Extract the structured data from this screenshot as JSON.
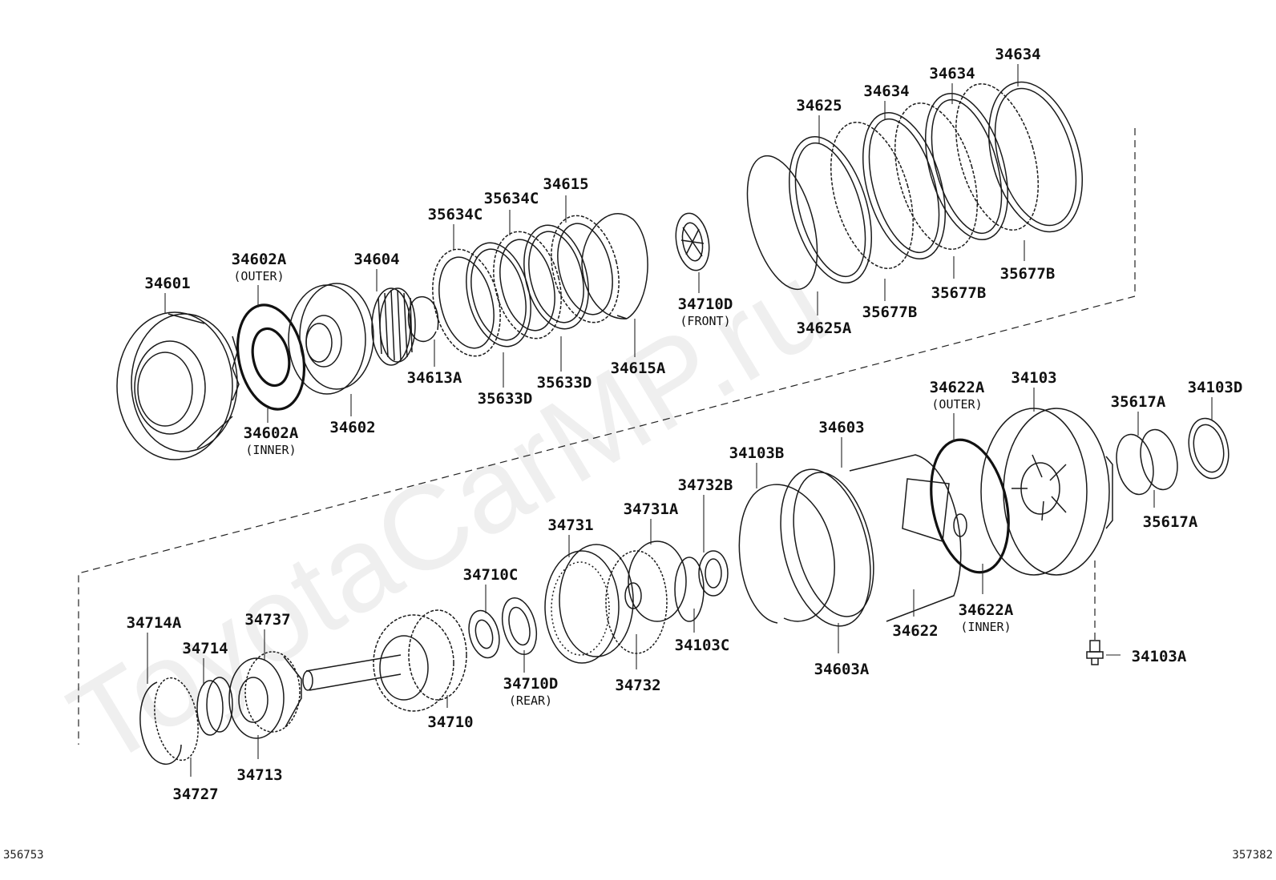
{
  "watermark": "ToyotaCarMP.ru",
  "corner_left": "356753",
  "corner_right": "357382",
  "parts": [
    {
      "id": "34601",
      "label": "34601",
      "sub": ""
    },
    {
      "id": "34602A-outer",
      "label": "34602A",
      "sub": "(OUTER)"
    },
    {
      "id": "34602A-inner",
      "label": "34602A",
      "sub": "(INNER)"
    },
    {
      "id": "34602",
      "label": "34602",
      "sub": ""
    },
    {
      "id": "34604",
      "label": "34604",
      "sub": ""
    },
    {
      "id": "34613A",
      "label": "34613A",
      "sub": ""
    },
    {
      "id": "35634C-1",
      "label": "35634C",
      "sub": ""
    },
    {
      "id": "35634C-2",
      "label": "35634C",
      "sub": ""
    },
    {
      "id": "34615",
      "label": "34615",
      "sub": ""
    },
    {
      "id": "35633D-1",
      "label": "35633D",
      "sub": ""
    },
    {
      "id": "35633D-2",
      "label": "35633D",
      "sub": ""
    },
    {
      "id": "34615A",
      "label": "34615A",
      "sub": ""
    },
    {
      "id": "34710D-front",
      "label": "34710D",
      "sub": "(FRONT)"
    },
    {
      "id": "34625",
      "label": "34625",
      "sub": ""
    },
    {
      "id": "34625A",
      "label": "34625A",
      "sub": ""
    },
    {
      "id": "34634-1",
      "label": "34634",
      "sub": ""
    },
    {
      "id": "34634-2",
      "label": "34634",
      "sub": ""
    },
    {
      "id": "34634-3",
      "label": "34634",
      "sub": ""
    },
    {
      "id": "35677B-1",
      "label": "35677B",
      "sub": ""
    },
    {
      "id": "35677B-2",
      "label": "35677B",
      "sub": ""
    },
    {
      "id": "35677B-3",
      "label": "35677B",
      "sub": ""
    },
    {
      "id": "34622A-outer",
      "label": "34622A",
      "sub": "(OUTER)"
    },
    {
      "id": "34622A-inner",
      "label": "34622A",
      "sub": "(INNER)"
    },
    {
      "id": "34103",
      "label": "34103",
      "sub": ""
    },
    {
      "id": "35617A-1",
      "label": "35617A",
      "sub": ""
    },
    {
      "id": "35617A-2",
      "label": "35617A",
      "sub": ""
    },
    {
      "id": "34103D",
      "label": "34103D",
      "sub": ""
    },
    {
      "id": "34603",
      "label": "34603",
      "sub": ""
    },
    {
      "id": "34603A",
      "label": "34603A",
      "sub": ""
    },
    {
      "id": "34622",
      "label": "34622",
      "sub": ""
    },
    {
      "id": "34103B",
      "label": "34103B",
      "sub": ""
    },
    {
      "id": "34732B",
      "label": "34732B",
      "sub": ""
    },
    {
      "id": "34731A",
      "label": "34731A",
      "sub": ""
    },
    {
      "id": "34731",
      "label": "34731",
      "sub": ""
    },
    {
      "id": "34103C",
      "label": "34103C",
      "sub": ""
    },
    {
      "id": "34732",
      "label": "34732",
      "sub": ""
    },
    {
      "id": "34710C",
      "label": "34710C",
      "sub": ""
    },
    {
      "id": "34710D-rear",
      "label": "34710D",
      "sub": "(REAR)"
    },
    {
      "id": "34710",
      "label": "34710",
      "sub": ""
    },
    {
      "id": "34103A",
      "label": "34103A",
      "sub": ""
    },
    {
      "id": "34714A",
      "label": "34714A",
      "sub": ""
    },
    {
      "id": "34714",
      "label": "34714",
      "sub": ""
    },
    {
      "id": "34737",
      "label": "34737",
      "sub": ""
    },
    {
      "id": "34727",
      "label": "34727",
      "sub": ""
    },
    {
      "id": "34713",
      "label": "34713",
      "sub": ""
    }
  ]
}
